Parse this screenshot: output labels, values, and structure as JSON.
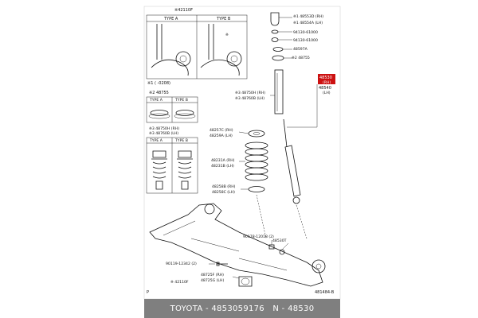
{
  "diagram": {
    "ref_top": "※42110F",
    "type_a": "TYPE A",
    "type_b": "TYPE B",
    "note_1": "※1 (   -0208)",
    "upper_mounts": [
      "※1 48553D (RH)",
      "※1 48554A (LH)"
    ],
    "nut1": "94130-61000",
    "nut2": "94130-61000",
    "p48597a": "48597A",
    "p48755_r": "※2 48755",
    "p48755_l": "※2 48755",
    "bumper_rh": "※3 48750H (RH)",
    "bumper_lh": "※3 48760B (LH)",
    "bumper2_rh": "※3 48750H (RH)",
    "bumper2_lh": "※3 48760B (LH)",
    "highlight": "48530",
    "highlight_rh": "(RH)",
    "shock_lh": "48540",
    "shock_lh_side": "(LH)",
    "seat_upper_1": "48257C (RH)",
    "seat_upper_2": "48259A (LH)",
    "spring_1": "48231A (RH)",
    "spring_2": "48231B (LH)",
    "seat_lower_1": "48258B (RH)",
    "seat_lower_2": "48258C (LH)",
    "bolt_a": "90178-12018 (2)",
    "p48530t": "48530T",
    "bolt_b": "90119-12342 (2)",
    "bush_1": "48725F (RH)",
    "bush_2": "48725G (LH)",
    "axle": "※ 42110F",
    "page_mark": "P",
    "catalog_no": "481484-B"
  },
  "footer": {
    "brand": "TOYOTA",
    "sep1": " - ",
    "part_no": "4853059176",
    "sep2": "   N - ",
    "part_code": "48530"
  },
  "colors": {
    "highlight_bg": "#cc1111",
    "footer_bg": "#7f7f7f"
  }
}
